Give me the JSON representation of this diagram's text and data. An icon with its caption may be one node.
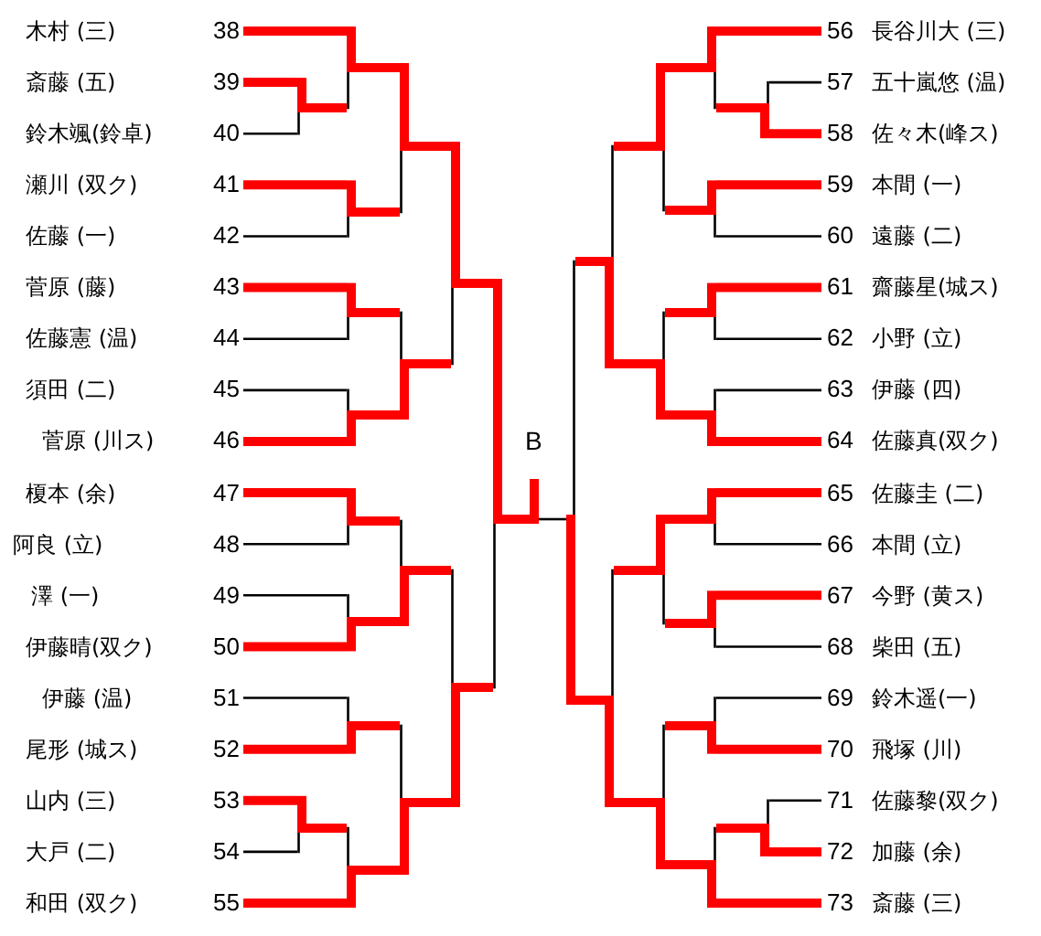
{
  "diagram": {
    "nodes": [
      {
        "text": [
          "木村 (三)",
          "38"
        ]
      },
      {
        "text": [
          "斎藤 (五)",
          "39"
        ]
      },
      {
        "text": [
          "鈴木颯(鈴卓)",
          "40"
        ]
      },
      {
        "text": [
          "瀬川 (双ク)",
          "41"
        ]
      },
      {
        "text": [
          "佐藤 (一)",
          "42"
        ]
      },
      {
        "text": [
          "菅原 (藤)",
          "43"
        ]
      },
      {
        "text": [
          "佐藤憲 (温)",
          "44"
        ]
      },
      {
        "text": [
          "須田 (二)",
          "45"
        ]
      },
      {
        "text": [
          "菅原 (川ス)",
          "46"
        ]
      },
      {
        "text": [
          "榎本 (余)",
          "47"
        ]
      },
      {
        "text": [
          "阿良 (立)",
          "48"
        ]
      },
      {
        "text": [
          "澤 (一)",
          "49"
        ]
      },
      {
        "text": [
          "伊藤晴(双ク)",
          "50"
        ]
      },
      {
        "text": [
          "伊藤 (温)",
          "51"
        ]
      },
      {
        "text": [
          "尾形 (城ス)",
          "52"
        ]
      },
      {
        "text": [
          "山内 (三)",
          "53"
        ]
      },
      {
        "text": [
          "大戸 (二)",
          "54"
        ]
      },
      {
        "text": [
          "和田 (双ク)",
          "55"
        ]
      },
      {
        "text": [
          "56",
          "長谷川大 (三)"
        ]
      },
      {
        "text": [
          "57",
          "五十嵐悠 (温)"
        ]
      },
      {
        "text": [
          "58",
          "佐々木(峰ス)"
        ]
      },
      {
        "text": [
          "59",
          "本間 (一)"
        ]
      },
      {
        "text": [
          "60",
          "遠藤 (二)"
        ]
      },
      {
        "text": [
          "61",
          "齋藤星(城ス)"
        ]
      },
      {
        "text": [
          "62",
          "小野 (立)"
        ]
      },
      {
        "text": [
          "63",
          "伊藤 (四)"
        ]
      },
      {
        "text": [
          "64",
          "佐藤真(双ク)"
        ]
      },
      {
        "text": [
          "65",
          "佐藤圭 (二)"
        ]
      },
      {
        "text": [
          "66",
          "本間 (立)"
        ]
      },
      {
        "text": [
          "67",
          "今野 (黄ス)"
        ]
      },
      {
        "text": [
          "68",
          "柴田 (五)"
        ]
      },
      {
        "text": [
          "69",
          "鈴木遥(一)"
        ]
      },
      {
        "text": [
          "70",
          "飛塚 (川)"
        ]
      },
      {
        "text": [
          "71",
          "佐藤黎(双ク)"
        ]
      },
      {
        "text": [
          "72",
          "加藤 (余)"
        ]
      },
      {
        "text": [
          "73",
          "斎藤 (三)"
        ]
      },
      {
        "text": [],
        "shape": "bar"
      },
      {
        "text": [],
        "shape": "bar"
      },
      {
        "text": [],
        "shape": "bar"
      },
      {
        "text": [],
        "shape": "bar"
      },
      {
        "text": [],
        "shape": "bar"
      },
      {
        "text": [],
        "shape": "bar"
      },
      {
        "text": [],
        "shape": "bar"
      },
      {
        "text": [],
        "shape": "bar"
      },
      {
        "text": [],
        "shape": "bar"
      },
      {
        "text": [],
        "shape": "bar"
      },
      {
        "text": [],
        "shape": "bar"
      },
      {
        "text": [],
        "shape": "bar"
      },
      {
        "text": [],
        "shape": "bar"
      },
      {
        "text": [],
        "shape": "bar"
      },
      {
        "text": [],
        "shape": "bar"
      },
      {
        "text": [],
        "shape": "bar"
      },
      {
        "text": [],
        "shape": "bar"
      },
      {
        "text": [],
        "shape": "bar"
      },
      {
        "text": [],
        "shape": "bar"
      },
      {
        "text": [],
        "shape": "bar"
      },
      {
        "text": [],
        "shape": "bar"
      },
      {
        "text": [],
        "shape": "bar"
      },
      {
        "text": [],
        "shape": "bar"
      },
      {
        "text": [],
        "shape": "bar"
      },
      {
        "text": [],
        "shape": "bar"
      },
      {
        "text": [],
        "shape": "bar"
      },
      {
        "text": [],
        "shape": "bar"
      },
      {
        "text": [],
        "shape": "bar"
      },
      {
        "text": [],
        "shape": "bar"
      },
      {
        "text": [],
        "shape": "bar"
      },
      {
        "text": [],
        "shape": "bar"
      },
      {
        "text": [],
        "shape": "bar"
      },
      {
        "text": [],
        "shape": "bar"
      },
      {
        "text": [],
        "shape": "bar"
      },
      {
        "text": [],
        "shape": "bar"
      }
    ],
    "edges": [
      {
        "from": 0,
        "to": 38,
        "arrow": "none"
      },
      {
        "from": 1,
        "to": 36,
        "arrow": "none"
      },
      {
        "from": 2,
        "to": 36,
        "arrow": "none",
        "color": "#000000"
      },
      {
        "from": 3,
        "to": 39,
        "arrow": "none"
      },
      {
        "from": 4,
        "to": 39,
        "arrow": "none",
        "color": "#000000"
      },
      {
        "from": 5,
        "to": 40,
        "arrow": "none"
      },
      {
        "from": 6,
        "to": 40,
        "arrow": "none",
        "color": "#000000"
      },
      {
        "from": 7,
        "to": 41,
        "arrow": "none",
        "color": "#000000"
      },
      {
        "from": 8,
        "to": 41,
        "arrow": "none"
      },
      {
        "from": 9,
        "to": 42,
        "arrow": "none"
      },
      {
        "from": 10,
        "to": 42,
        "arrow": "none",
        "color": "#000000"
      },
      {
        "from": 11,
        "to": 43,
        "arrow": "none",
        "color": "#000000"
      },
      {
        "from": 12,
        "to": 43,
        "arrow": "none"
      },
      {
        "from": 13,
        "to": 44,
        "arrow": "none",
        "color": "#000000"
      },
      {
        "from": 14,
        "to": 44,
        "arrow": "none"
      },
      {
        "from": 15,
        "to": 37,
        "arrow": "none"
      },
      {
        "from": 16,
        "to": 37,
        "arrow": "none",
        "color": "#000000"
      },
      {
        "from": 17,
        "to": 45,
        "arrow": "none"
      },
      {
        "from": 18,
        "to": 61,
        "arrow": "none"
      },
      {
        "from": 19,
        "to": 69,
        "arrow": "none",
        "color": "#000000"
      },
      {
        "from": 20,
        "to": 69,
        "arrow": "none"
      },
      {
        "from": 21,
        "to": 62,
        "arrow": "none"
      },
      {
        "from": 22,
        "to": 62,
        "arrow": "none",
        "color": "#000000"
      },
      {
        "from": 23,
        "to": 63,
        "arrow": "none"
      },
      {
        "from": 24,
        "to": 63,
        "arrow": "none",
        "color": "#000000"
      },
      {
        "from": 25,
        "to": 64,
        "arrow": "none",
        "color": "#000000"
      },
      {
        "from": 26,
        "to": 64,
        "arrow": "none"
      },
      {
        "from": 27,
        "to": 65,
        "arrow": "none"
      },
      {
        "from": 28,
        "to": 65,
        "arrow": "none",
        "color": "#000000"
      },
      {
        "from": 29,
        "to": 66,
        "arrow": "none"
      },
      {
        "from": 30,
        "to": 66,
        "arrow": "none",
        "color": "#000000"
      },
      {
        "from": 31,
        "to": 67,
        "arrow": "none",
        "color": "#000000"
      },
      {
        "from": 32,
        "to": 67,
        "arrow": "none"
      },
      {
        "from": 33,
        "to": 70,
        "arrow": "none",
        "color": "#000000"
      },
      {
        "from": 34,
        "to": 70,
        "arrow": "none"
      },
      {
        "from": 35,
        "to": 68,
        "arrow": "none"
      },
      {
        "from": 36,
        "to": 38,
        "arrow": "none"
      },
      {
        "from": 37,
        "to": 45,
        "arrow": "none"
      },
      {
        "from": 38,
        "to": 46,
        "arrow": "none"
      },
      {
        "from": 39,
        "to": 46,
        "arrow": "none"
      },
      {
        "from": 40,
        "to": 47,
        "arrow": "none"
      },
      {
        "from": 41,
        "to": 47,
        "arrow": "none"
      },
      {
        "from": 42,
        "to": 48,
        "arrow": "none"
      },
      {
        "from": 43,
        "to": 48,
        "arrow": "none"
      },
      {
        "from": 44,
        "to": 49,
        "arrow": "none"
      },
      {
        "from": 45,
        "to": 49,
        "arrow": "none"
      },
      {
        "from": 46,
        "to": 50,
        "arrow": "none"
      },
      {
        "from": 47,
        "to": 50,
        "arrow": "none"
      },
      {
        "from": 48,
        "to": 51,
        "arrow": "none"
      },
      {
        "from": 49,
        "to": 51,
        "arrow": "none"
      },
      {
        "from": 50,
        "to": 52,
        "arrow": "none"
      },
      {
        "from": 51,
        "to": 52,
        "arrow": "none"
      },
      {
        "from": 52,
        "to": 53,
        "arrow": "none"
      },
      {
        "from": 54,
        "to": 53,
        "arrow": "none",
        "color": "#000000"
      },
      {
        "from": 55,
        "to": 54,
        "arrow": "none"
      },
      {
        "from": 56,
        "to": 54,
        "arrow": "none"
      },
      {
        "from": 57,
        "to": 55,
        "arrow": "none"
      },
      {
        "from": 58,
        "to": 55,
        "arrow": "none"
      },
      {
        "from": 59,
        "to": 56,
        "arrow": "none"
      },
      {
        "from": 60,
        "to": 56,
        "arrow": "none"
      },
      {
        "from": 61,
        "to": 57,
        "arrow": "none"
      },
      {
        "from": 62,
        "to": 57,
        "arrow": "none"
      },
      {
        "from": 63,
        "to": 58,
        "arrow": "none"
      },
      {
        "from": 64,
        "to": 58,
        "arrow": "none"
      },
      {
        "from": 65,
        "to": 59,
        "arrow": "none"
      },
      {
        "from": 66,
        "to": 59,
        "arrow": "none"
      },
      {
        "from": 67,
        "to": 60,
        "arrow": "none"
      },
      {
        "from": 68,
        "to": 60,
        "arrow": "none"
      },
      {
        "from": 69,
        "to": 61,
        "arrow": "none"
      },
      {
        "from": 70,
        "to": 68,
        "arrow": "none"
      }
    ],
    "labels": [
      "B"
    ]
  }
}
